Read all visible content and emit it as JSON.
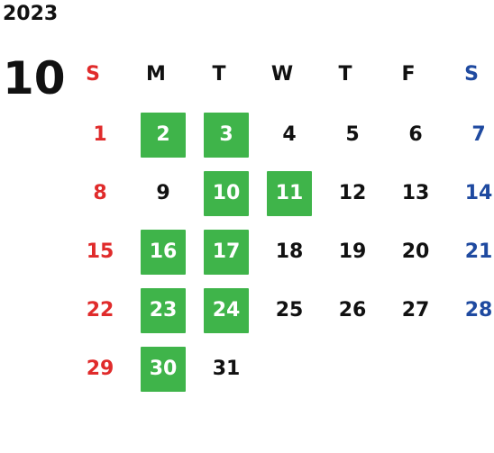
{
  "year": "2023",
  "month": "10",
  "weekdays": [
    "S",
    "M",
    "T",
    "W",
    "T",
    "F",
    "S"
  ],
  "colors": {
    "sunday": "#e02b2b",
    "saturday": "#1f4aa0",
    "highlight_bg": "#3fb44a",
    "text": "#111111"
  },
  "days": [
    {
      "label": "1",
      "weekday": 0,
      "highlighted": false
    },
    {
      "label": "2",
      "weekday": 1,
      "highlighted": true
    },
    {
      "label": "3",
      "weekday": 2,
      "highlighted": true
    },
    {
      "label": "4",
      "weekday": 3,
      "highlighted": false
    },
    {
      "label": "5",
      "weekday": 4,
      "highlighted": false
    },
    {
      "label": "6",
      "weekday": 5,
      "highlighted": false
    },
    {
      "label": "7",
      "weekday": 6,
      "highlighted": false
    },
    {
      "label": "8",
      "weekday": 0,
      "highlighted": false
    },
    {
      "label": "9",
      "weekday": 1,
      "highlighted": false
    },
    {
      "label": "10",
      "weekday": 2,
      "highlighted": true
    },
    {
      "label": "11",
      "weekday": 3,
      "highlighted": true
    },
    {
      "label": "12",
      "weekday": 4,
      "highlighted": false
    },
    {
      "label": "13",
      "weekday": 5,
      "highlighted": false
    },
    {
      "label": "14",
      "weekday": 6,
      "highlighted": false
    },
    {
      "label": "15",
      "weekday": 0,
      "highlighted": false
    },
    {
      "label": "16",
      "weekday": 1,
      "highlighted": true
    },
    {
      "label": "17",
      "weekday": 2,
      "highlighted": true
    },
    {
      "label": "18",
      "weekday": 3,
      "highlighted": false
    },
    {
      "label": "19",
      "weekday": 4,
      "highlighted": false
    },
    {
      "label": "20",
      "weekday": 5,
      "highlighted": false
    },
    {
      "label": "21",
      "weekday": 6,
      "highlighted": false
    },
    {
      "label": "22",
      "weekday": 0,
      "highlighted": false
    },
    {
      "label": "23",
      "weekday": 1,
      "highlighted": true
    },
    {
      "label": "24",
      "weekday": 2,
      "highlighted": true
    },
    {
      "label": "25",
      "weekday": 3,
      "highlighted": false
    },
    {
      "label": "26",
      "weekday": 4,
      "highlighted": false
    },
    {
      "label": "27",
      "weekday": 5,
      "highlighted": false
    },
    {
      "label": "28",
      "weekday": 6,
      "highlighted": false
    },
    {
      "label": "29",
      "weekday": 0,
      "highlighted": false
    },
    {
      "label": "30",
      "weekday": 1,
      "highlighted": true
    },
    {
      "label": "31",
      "weekday": 2,
      "highlighted": false
    }
  ]
}
